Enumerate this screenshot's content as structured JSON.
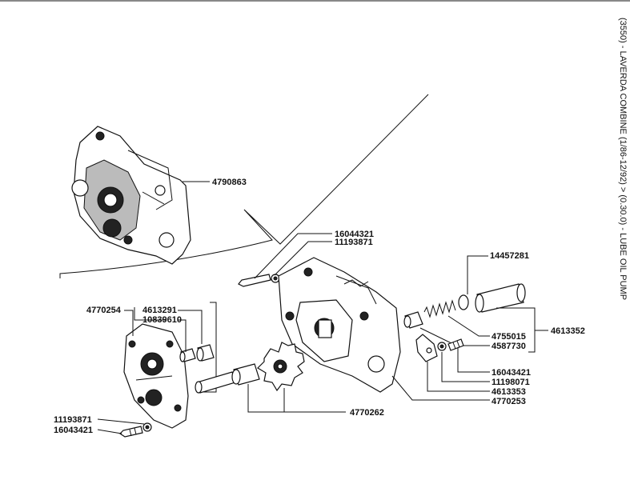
{
  "side_title": "(3550) - LAVERDA COMBINE (1/86-12/92) > (0.30.0) - LUBE OIL PUMP",
  "labels": {
    "p4790863": "4790863",
    "p16044321": "16044321",
    "p11193871_top": "11193871",
    "p14457281": "14457281",
    "p4770254": "4770254",
    "p4613291": "4613291",
    "p10839610": "10839610",
    "p4755015": "4755015",
    "p4587730": "4587730",
    "p4613352": "4613352",
    "p16043421_right": "16043421",
    "p11198071": "11198071",
    "p4613353": "4613353",
    "p4770253": "4770253",
    "p11193871_bottom": "11193871",
    "p16043421_left": "16043421",
    "p4770262": "4770262"
  }
}
